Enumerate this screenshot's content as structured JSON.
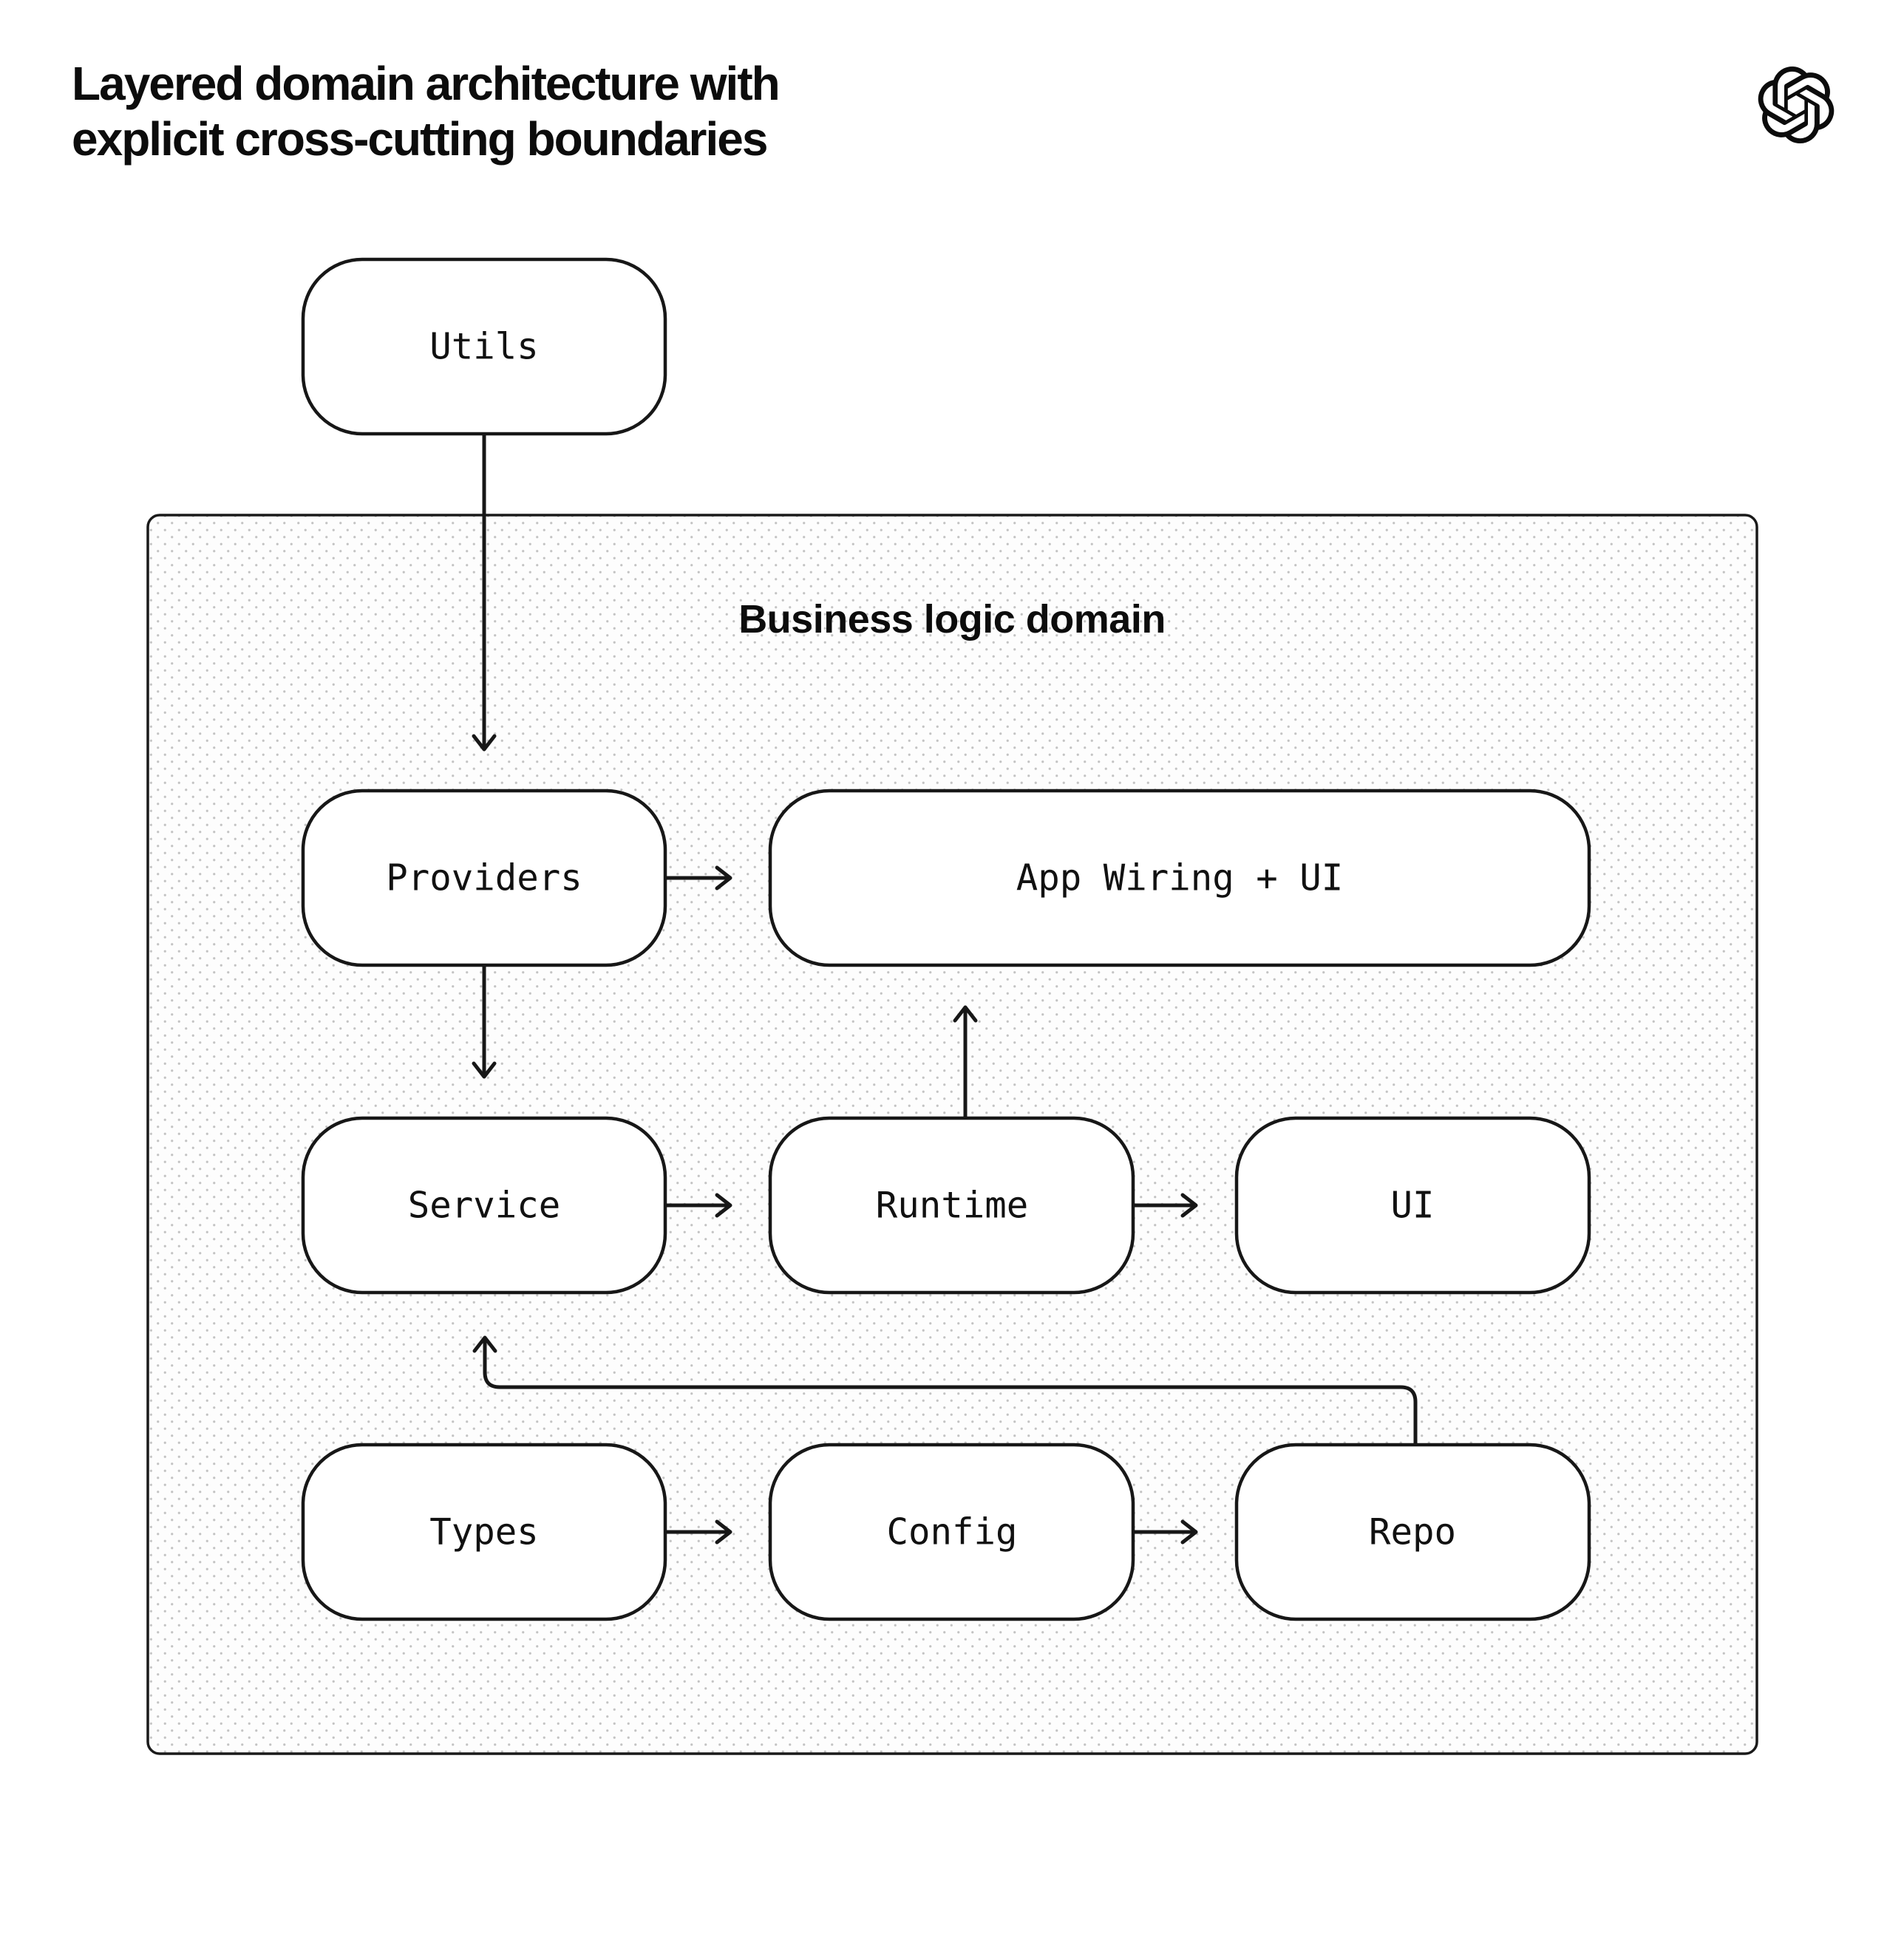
{
  "header": {
    "title_line1": "Layered domain architecture with",
    "title_line2": "explicit cross-cutting boundaries"
  },
  "brand": {
    "logo_icon": "openai-logo"
  },
  "container": {
    "label": "Business logic domain"
  },
  "nodes": {
    "utils": {
      "label": "Utils"
    },
    "providers": {
      "label": "Providers"
    },
    "app_wiring": {
      "label": "App Wiring + UI"
    },
    "service": {
      "label": "Service"
    },
    "runtime": {
      "label": "Runtime"
    },
    "ui": {
      "label": "UI"
    },
    "types": {
      "label": "Types"
    },
    "config": {
      "label": "Config"
    },
    "repo": {
      "label": "Repo"
    }
  },
  "edges": [
    {
      "from": "Utils",
      "to": "Providers"
    },
    {
      "from": "Providers",
      "to": "App Wiring + UI"
    },
    {
      "from": "Providers",
      "to": "Service"
    },
    {
      "from": "Runtime",
      "to": "App Wiring + UI"
    },
    {
      "from": "Service",
      "to": "Runtime"
    },
    {
      "from": "Runtime",
      "to": "UI"
    },
    {
      "from": "Types",
      "to": "Config"
    },
    {
      "from": "Config",
      "to": "Repo"
    },
    {
      "from": "Repo",
      "to": "Service"
    }
  ],
  "colors": {
    "ink": "#171717",
    "text": "#111111",
    "background": "#ffffff",
    "container_fill": "#fdfdfd",
    "dot": "#c3c3c3"
  }
}
